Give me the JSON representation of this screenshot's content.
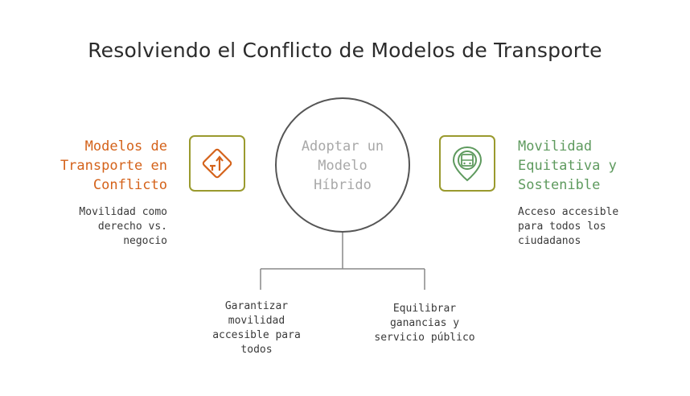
{
  "title": "Resolviendo el Conflicto de Modelos de Transporte",
  "left": {
    "heading": "Modelos de\nTransporte en\nConflicto",
    "description": "Movilidad como\nderecho vs.\nnegocio",
    "icon": "road-sign-merge-icon",
    "color": "#d4621a"
  },
  "center": {
    "label": "Adoptar un\nModelo\nHíbrido"
  },
  "right": {
    "heading": "Movilidad\nEquitativa y\nSostenible",
    "description": "Acceso accesible\npara todos los\nciudadanos",
    "icon": "bus-location-pin-icon",
    "color": "#5e9a5e"
  },
  "branches": [
    "Garantizar\nmovilidad\naccesible para\ntodos",
    "Equilibrar\nganancias y\nservicio público"
  ],
  "colors": {
    "box_border": "#9a9a2e",
    "circle_border": "#555555",
    "connector": "#888888"
  }
}
